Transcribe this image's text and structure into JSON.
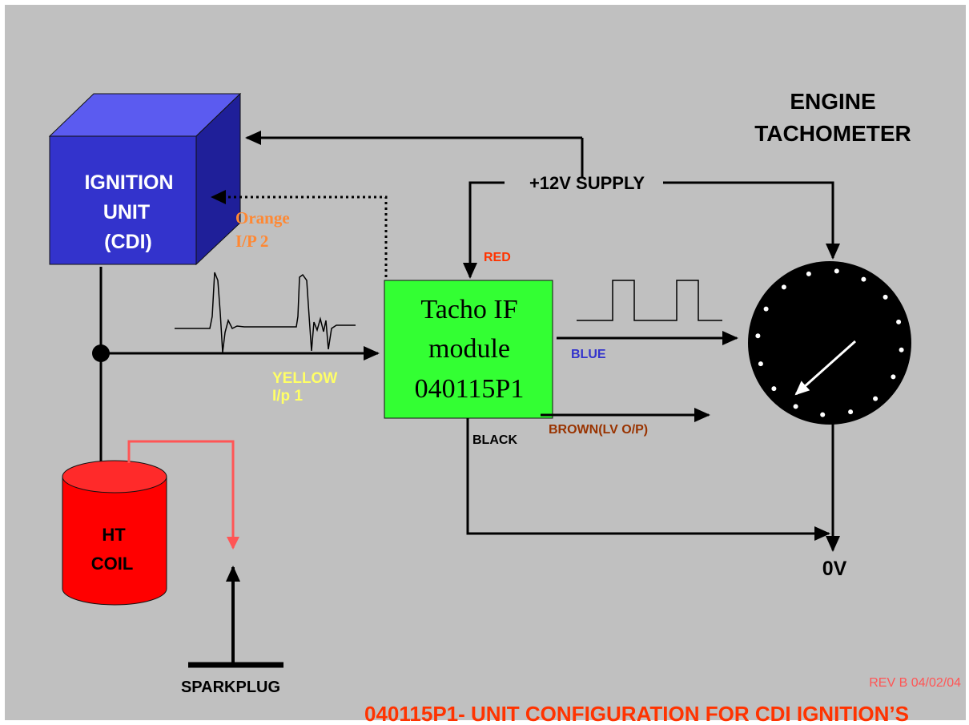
{
  "ignition_unit": {
    "line1": "IGNITION",
    "line2": "UNIT",
    "line3": "(CDI)",
    "color": "#3333cc"
  },
  "tacho_module": {
    "line1": "Tacho IF",
    "line2": "module",
    "line3": "040115P1",
    "color": "#33ff33"
  },
  "tachometer": {
    "title_line1": "ENGINE",
    "title_line2": "TACHOMETER"
  },
  "ht_coil": {
    "line1": "HT",
    "line2": "COIL",
    "color": "#ff0000"
  },
  "sparkplug": {
    "label": "SPARKPLUG"
  },
  "supply": {
    "label": "+12V SUPPLY"
  },
  "ground": {
    "label": "0V"
  },
  "wires": {
    "red": "RED",
    "orange_line1": "Orange",
    "orange_line2": "I/P 2",
    "yellow_line1": "YELLOW",
    "yellow_line2": "I/p 1",
    "blue": "BLUE",
    "black": "BLACK",
    "brown": "BROWN(LV O/P)"
  },
  "colors": {
    "background": "#c0c0c0",
    "orange": "#ff8833",
    "yellow": "#ffff66",
    "blue": "#3333cc",
    "brown": "#993300",
    "red_label": "#ff3300",
    "footer_red": "#ff3300",
    "revision_red": "#ff5555"
  },
  "revision": "REV B 04/02/04",
  "footer": "040115P1- UNIT CONFIGURATION FOR CDI IGNITION’S"
}
